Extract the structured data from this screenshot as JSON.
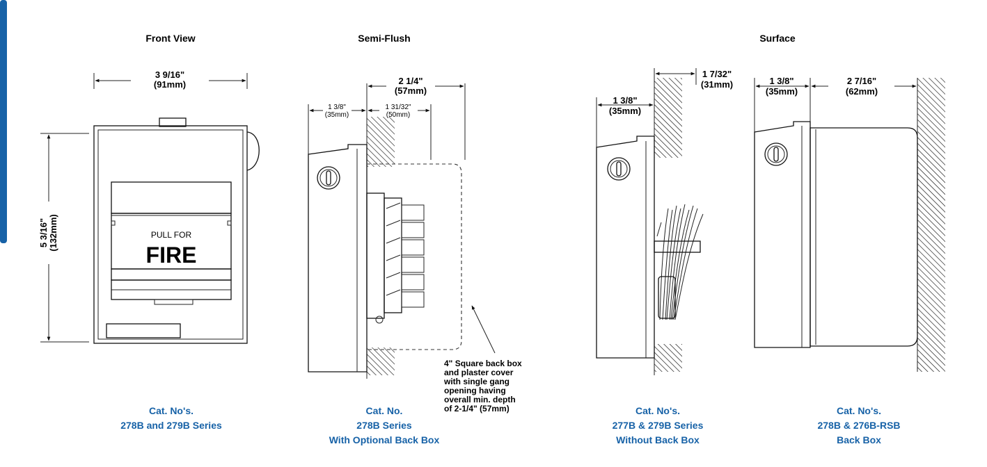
{
  "colors": {
    "accent": "#1762a7",
    "caption": "#1762a7",
    "line": "#111111"
  },
  "headings": {
    "front": "Front View",
    "semi": "Semi-Flush",
    "surface": "Surface"
  },
  "dims": {
    "front_width": "3 9/16\"",
    "front_width_mm": "(91mm)",
    "front_height": "5 3/16\"",
    "front_height_mm": "(132mm)",
    "semi_depth": "2 1/4\"",
    "semi_depth_mm": "(57mm)",
    "semi_left": "1 3/8\"",
    "semi_left_mm": "(35mm)",
    "semi_mid": "1 31/32\"",
    "semi_mid_mm": "(50mm)",
    "surf1_right": "1 7/32\"",
    "surf1_right_mm": "(31mm)",
    "surf1_left": "1 3/8\"",
    "surf1_left_mm": "(35mm)",
    "surf2_left": "1 3/8\"",
    "surf2_left_mm": "(35mm)",
    "surf2_right": "2 7/16\"",
    "surf2_right_mm": "(62mm)"
  },
  "device": {
    "pull_for": "PULL FOR",
    "fire": "FIRE"
  },
  "note": {
    "line1": "4\" Square back box",
    "line2": "and plaster cover",
    "line3": "with single gang",
    "line4": "opening having",
    "line5": "overall min. depth",
    "line6": "of 2-1/4\" (57mm)"
  },
  "captions": {
    "c1_line1": "Cat. No's.",
    "c1_line2": "278B and 279B Series",
    "c2_line1": "Cat. No.",
    "c2_line2": "278B Series",
    "c2_line3": "With Optional Back Box",
    "c3_line1": "Cat. No's.",
    "c3_line2": "277B & 279B Series",
    "c3_line3": "Without Back Box",
    "c4_line1": "Cat. No's.",
    "c4_line2": "278B & 276B-RSB",
    "c4_line3": "Back Box"
  }
}
